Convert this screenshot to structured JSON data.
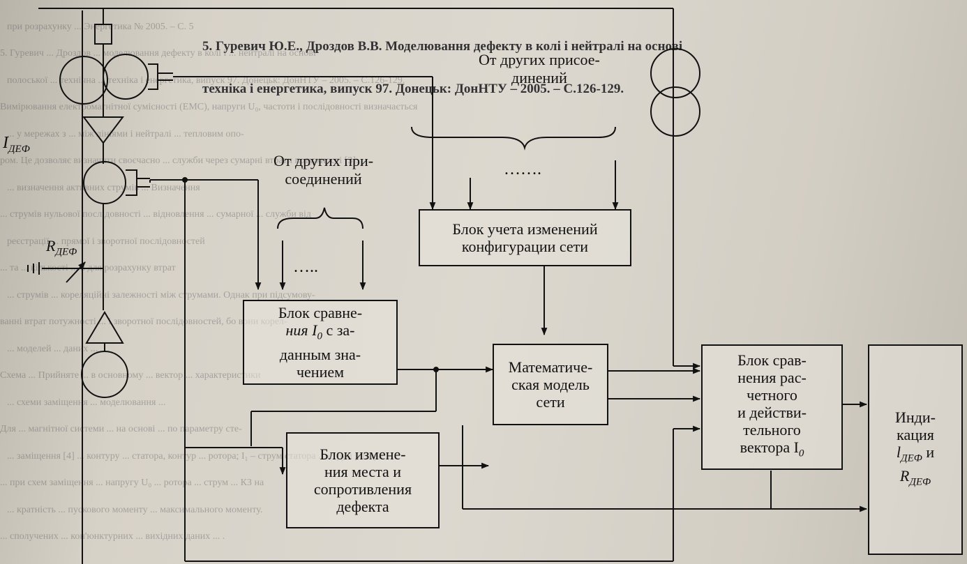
{
  "background_text": {
    "lines": [
      "при розрахунку ... Энергетика № 2005. – С. 5",
      "5. Гуревич ... Дроздов ... моделювання дефекту в колі і ... нейтралі на основі",
      "полоської ... технічна ... техніка і енергетика, випуск 97. Донецьк: ДонНТУ – 2005. – С.126-129.",
      "Вимірювання електромагнітної сумісності (ЕМС), напруги U₀, частоти і послідовності визначається",
      "... у мережах з ... між лініями і нейтралі ... тепловим опо-",
      "ром. Це дозволяє визначити своєчасно ... служби через сумарні втрати потужності [3].",
      "... визначення активних струмів ... Визначення",
      "... струмів нульової послідовності ... відновлення ... сумарної ... служби від",
      "реєстрації ... прямої і зворотної послідовностей",
      "... та ... кількості ... в для розрахунку втрат",
      "... струмів ... кореляційні залежності між струмами. Однак при підсумову-",
      "ванні втрат потужності ... і зворотної послідовностей, бо вони корел-",
      "... моделей ... даних ...",
      "Схема ... Прийняте ... в основному ... вектор ... характеристики",
      "... схеми заміщення ... моделювання ...",
      "Для ... магнітної системи ... на основі ... по параметру сте-",
      "... заміщення [4] ... контуру ... статора, контур ... ротора; I₁ – струм статора ... струм ротора ...",
      "... при схем заміщення ... напругу U₀ ... ротора ... струм ... КЗ на",
      "... кратність ... пускового моменту ... максимального моменту.",
      "... сполучених ... кон'юнктурних ... вихідних даних ... ."
    ],
    "refs": [
      "5. Гуревич Ю.Е., Дроздов В.В. Моделювання дефекту в колі і нейтралі на основі",
      "техніка і енергетика, випуск 97. Донецьк: ДонНТУ – 2005. – С.126-129."
    ]
  },
  "diagram": {
    "left_labels": {
      "current_label": "I",
      "current_sub": "ДЕФ",
      "resistance_label": "R",
      "resistance_sub": "ДЕФ"
    },
    "annotations": {
      "other_connections_top": [
        "От других присое-",
        "динений"
      ],
      "other_connections_left": [
        "От других при-",
        "соединений"
      ],
      "dots_top": "…….",
      "dots_left": "….."
    },
    "blocks": {
      "config": [
        "Блок учета изменений",
        "конфигурации сети"
      ],
      "compare_i0": [
        "Блок сравне-",
        "ния I",
        "с за-",
        "данным зна-",
        "чением"
      ],
      "compare_i0_sub": "0",
      "math_model": [
        "Математиче-",
        "ская модель",
        "сети"
      ],
      "change_defect": [
        "Блок измене-",
        "ния места и",
        "сопротивления",
        "дефекта"
      ],
      "compare_vector": [
        "Блок срав-",
        "нения рас-",
        "четного",
        "и действи-",
        "тельного",
        "вектора I"
      ],
      "compare_vector_sub": "0",
      "indication": [
        "Инди-",
        "кация",
        "l",
        "и",
        "R"
      ],
      "indication_sub": "ДЕФ"
    }
  }
}
